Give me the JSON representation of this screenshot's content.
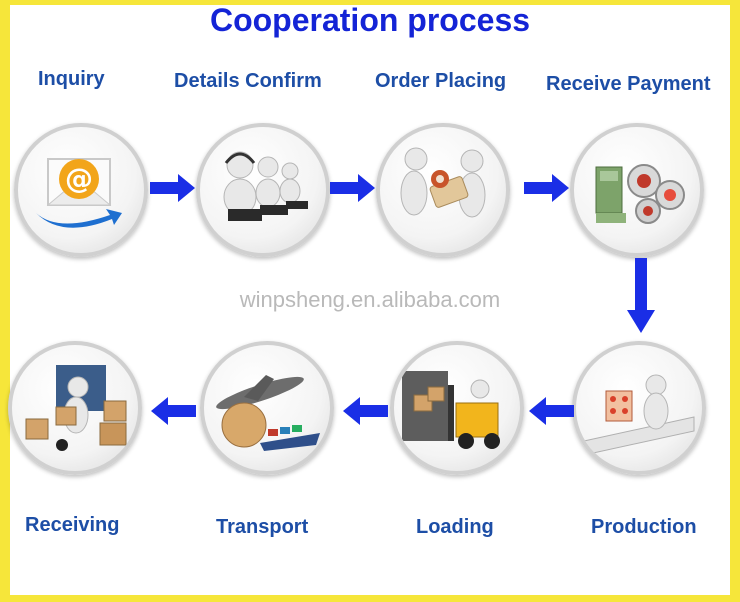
{
  "title": "Cooperation process",
  "watermark": "winpsheng.en.alibaba.com",
  "steps": [
    {
      "label": "Inquiry",
      "icon": "email-at-icon"
    },
    {
      "label": "Details Confirm",
      "icon": "call-center-icon"
    },
    {
      "label": "Order Placing",
      "icon": "handshake-order-icon"
    },
    {
      "label": "Receive Payment",
      "icon": "money-gears-icon"
    },
    {
      "label": "Production",
      "icon": "production-line-icon"
    },
    {
      "label": "Loading",
      "icon": "forklift-icon"
    },
    {
      "label": "Transport",
      "icon": "plane-ship-icon"
    },
    {
      "label": "Receiving",
      "icon": "hand-truck-icon"
    }
  ],
  "colors": {
    "frame": "#f6e63a",
    "title": "#1424d6",
    "label": "#1d4ea6",
    "arrow": "#1a2ee6"
  }
}
